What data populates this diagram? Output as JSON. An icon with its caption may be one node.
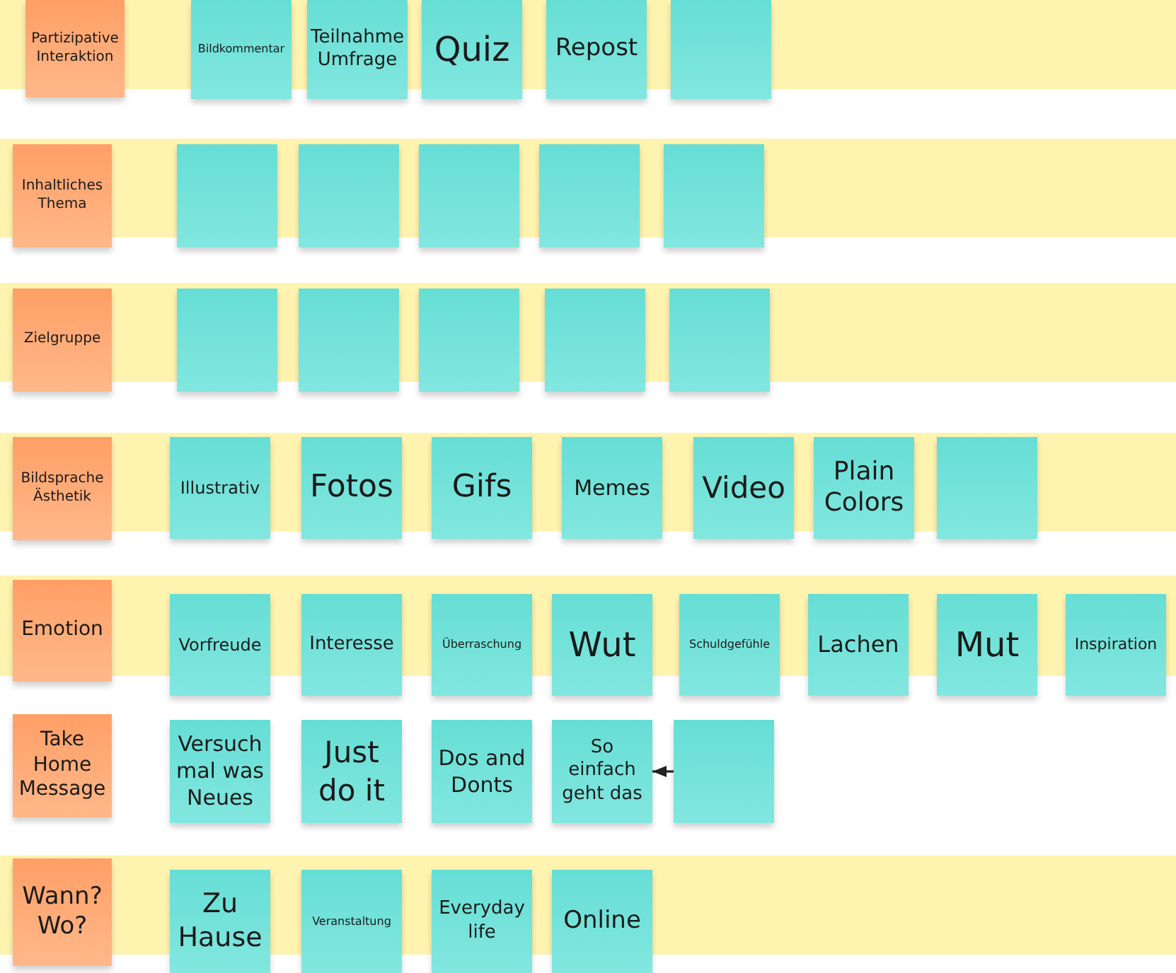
{
  "diagram": {
    "nodes": [
      {
        "text": [
          "Partizipative Interaktion"
        ]
      },
      {
        "text": [
          "Bildkommentar"
        ]
      },
      {
        "text": [
          "Teilnahme Umfrage"
        ]
      },
      {
        "text": [
          "Quiz"
        ]
      },
      {
        "text": [
          "Repost"
        ]
      },
      {
        "text": [],
        "shape": "box"
      },
      {
        "text": [
          "Inhaltliches Thema"
        ]
      },
      {
        "text": [],
        "shape": "box"
      },
      {
        "text": [],
        "shape": "box"
      },
      {
        "text": [],
        "shape": "box"
      },
      {
        "text": [],
        "shape": "box"
      },
      {
        "text": [],
        "shape": "box"
      },
      {
        "text": [
          "Zielgruppe"
        ]
      },
      {
        "text": [],
        "shape": "box"
      },
      {
        "text": [],
        "shape": "box"
      },
      {
        "text": [],
        "shape": "box"
      },
      {
        "text": [],
        "shape": "box"
      },
      {
        "text": [],
        "shape": "box"
      },
      {
        "text": [
          "Bildsprache Ästhetik"
        ]
      },
      {
        "text": [
          "Illustrativ"
        ]
      },
      {
        "text": [
          "Fotos"
        ]
      },
      {
        "text": [
          "Gifs"
        ]
      },
      {
        "text": [
          "Memes"
        ]
      },
      {
        "text": [
          "Video"
        ]
      },
      {
        "text": [
          "Plain Colors"
        ]
      },
      {
        "text": [],
        "shape": "box"
      },
      {
        "text": [
          "Emotion"
        ]
      },
      {
        "text": [
          "Vorfreude"
        ]
      },
      {
        "text": [
          "Interesse"
        ]
      },
      {
        "text": [
          "Überraschung"
        ]
      },
      {
        "text": [
          "Wut"
        ]
      },
      {
        "text": [
          "Schuldgefühle"
        ]
      },
      {
        "text": [
          "Lachen"
        ]
      },
      {
        "text": [
          "Mut"
        ]
      },
      {
        "text": [
          "Inspiration"
        ]
      },
      {
        "text": [
          "Take Home Message"
        ]
      },
      {
        "text": [
          "Versuch mal was Neues"
        ]
      },
      {
        "text": [
          "Just do it"
        ]
      },
      {
        "text": [
          "Dos and Donts"
        ]
      },
      {
        "text": [
          "So einfach geht das"
        ]
      },
      {
        "text": [],
        "shape": "box"
      },
      {
        "text": [
          "Wann? Wo?"
        ]
      },
      {
        "text": [
          "Zu Hause"
        ]
      },
      {
        "text": [
          "Veranstaltung"
        ]
      },
      {
        "text": [
          "Everyday life"
        ]
      },
      {
        "text": [
          "Online"
        ]
      }
    ],
    "edges": [
      {
        "from": 40,
        "to": 39,
        "arrow": "to"
      }
    ]
  }
}
